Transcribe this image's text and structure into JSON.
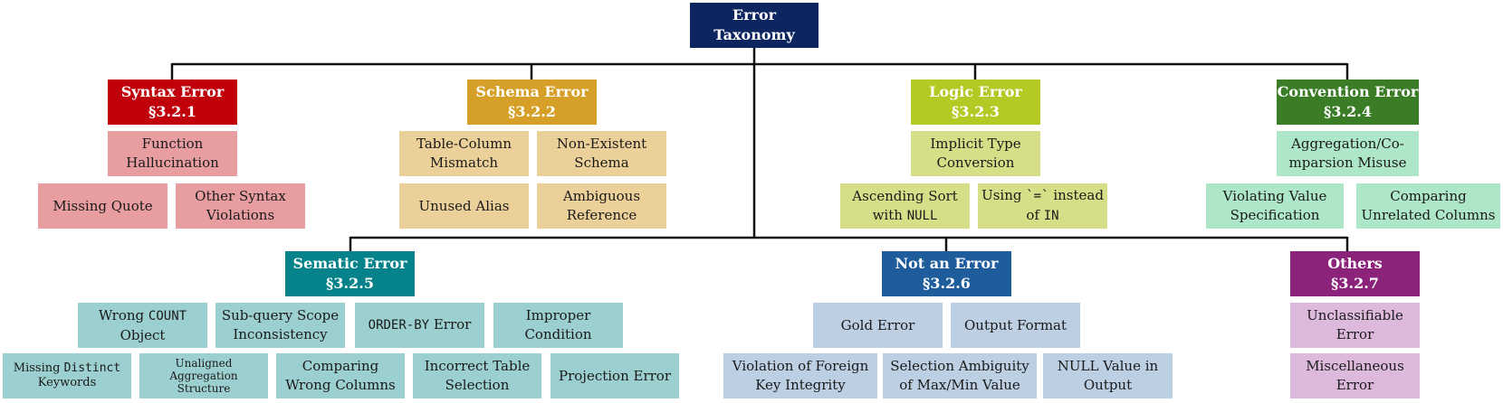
{
  "title": "Error\nTaxonomy",
  "colors": {
    "root": "#0e2660",
    "syntax": "#c0000b",
    "syntax_leaf": "#e89ea1",
    "schema": "#d69f27",
    "schema_leaf": "#ecd099",
    "logic": "#b5c925",
    "logic_leaf": "#d6df87",
    "convention": "#3b7c26",
    "convention_leaf": "#aee6c8",
    "sematic": "#06838a",
    "sematic_leaf": "#9ccfcf",
    "not_error": "#1f5c9c",
    "not_error_leaf": "#bccfe3",
    "others": "#8a2379",
    "others_leaf": "#ddbadc",
    "connector": "#111111"
  },
  "categories": {
    "syntax": {
      "label": "Syntax Error\n§3.2.1",
      "items": [
        "Function\nHallucination",
        "Missing Quote",
        "Other Syntax\nViolations"
      ]
    },
    "schema": {
      "label": "Schema Error\n§3.2.2",
      "items": [
        "Table-Column\nMismatch",
        "Non-Existent\nSchema",
        "Unused Alias",
        "Ambiguous\nReference"
      ]
    },
    "logic": {
      "label": "Logic Error\n§3.2.3",
      "items": [
        "Implicit Type\nConversion"
      ],
      "ascending_pre": "Ascending Sort\nwith ",
      "ascending_code": "NULL",
      "using_pre": "Using ",
      "using_code": "`=`",
      "using_mid": " instead\nof ",
      "using_code2": "IN"
    },
    "convention": {
      "label": "Convention Error\n§3.2.4",
      "items": [
        "Aggregation/Co-\nmparsion Misuse",
        "Violating Value\nSpecification",
        "Comparing\nUnrelated Columns"
      ]
    },
    "sematic": {
      "label": "Sematic Error\n§3.2.5",
      "wrong_pre": "Wrong ",
      "wrong_code": "COUNT",
      "wrong_post": "\nObject",
      "orderby_code": "ORDER-BY",
      "orderby_post": " Error",
      "missing_pre": "Missing ",
      "missing_code": "Distinct",
      "missing_post": "\nKeywords",
      "items": [
        "Sub-query Scope\nInconsistency",
        "Improper\nCondition",
        "Unaligned\nAggregation\nStructure",
        "Comparing\nWrong Columns",
        "Incorrect Table\nSelection",
        "Projection Error"
      ]
    },
    "not_error": {
      "label": "Not an Error\n§3.2.6",
      "items": [
        "Gold Error",
        "Output Format",
        "Violation of Foreign\nKey Integrity",
        "Selection Ambiguity\nof Max/Min Value",
        "NULL Value in\nOutput"
      ]
    },
    "others": {
      "label": "Others\n§3.2.7",
      "items": [
        "Unclassifiable\nError",
        "Miscellaneous\nError"
      ]
    }
  }
}
